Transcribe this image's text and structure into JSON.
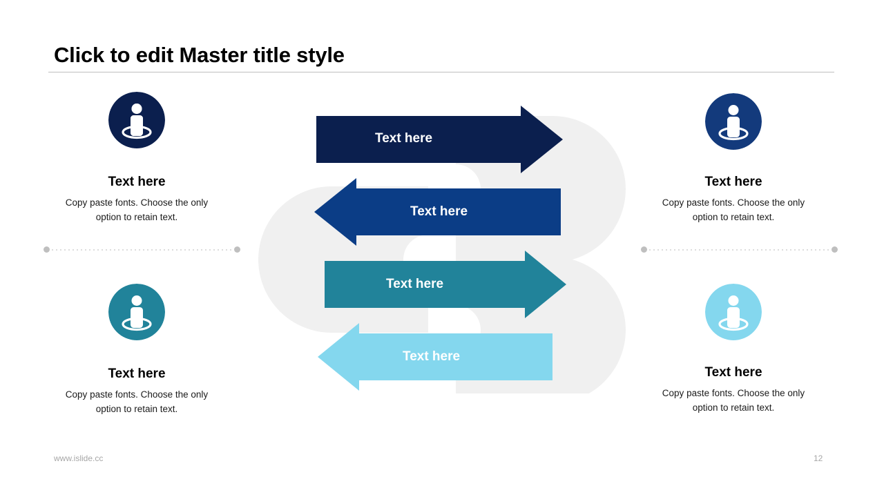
{
  "slide": {
    "title": "Click to edit Master title style",
    "page_number": "12",
    "footer_url": "www.islide.cc"
  },
  "colors": {
    "navy": "#0B1F4E",
    "blue": "#0B3D86",
    "teal": "#21839A",
    "light_blue": "#84D7EE",
    "shape_gray": "#F0F0F0",
    "divider_gray": "#BFBFBF",
    "rule_gray": "#BFBFBF",
    "footer_gray": "#A6A6A6",
    "label_white": "#FFFFFF"
  },
  "side_blocks": [
    {
      "position": "top-left",
      "icon": "person-location-icon",
      "icon_color": "#0B1F4E",
      "heading": "Text here",
      "body": "Copy paste fonts. Choose the only option to retain text."
    },
    {
      "position": "bottom-left",
      "icon": "person-location-icon",
      "icon_color": "#21839A",
      "heading": "Text here",
      "body": "Copy paste fonts. Choose the only option to retain text."
    },
    {
      "position": "top-right",
      "icon": "person-location-icon",
      "icon_color": "#133A7C",
      "heading": "Text here",
      "body": "Copy paste fonts. Choose the only option to retain text."
    },
    {
      "position": "bottom-right",
      "icon": "person-location-icon",
      "icon_color": "#84D7EE",
      "heading": "Text here",
      "body": "Copy paste fonts. Choose the only option to retain text."
    }
  ],
  "arrows": [
    {
      "index": 1,
      "label": "Text here",
      "direction": "right",
      "color": "#0B1F4E"
    },
    {
      "index": 2,
      "label": "Text here",
      "direction": "left",
      "color": "#0B3D86"
    },
    {
      "index": 3,
      "label": "Text here",
      "direction": "right",
      "color": "#21839A"
    },
    {
      "index": 4,
      "label": "Text here",
      "direction": "left",
      "color": "#84D7EE"
    }
  ],
  "dividers": [
    {
      "position": "left",
      "style": "dotted-with-end-dots"
    },
    {
      "position": "right",
      "style": "dotted-with-end-dots"
    }
  ]
}
